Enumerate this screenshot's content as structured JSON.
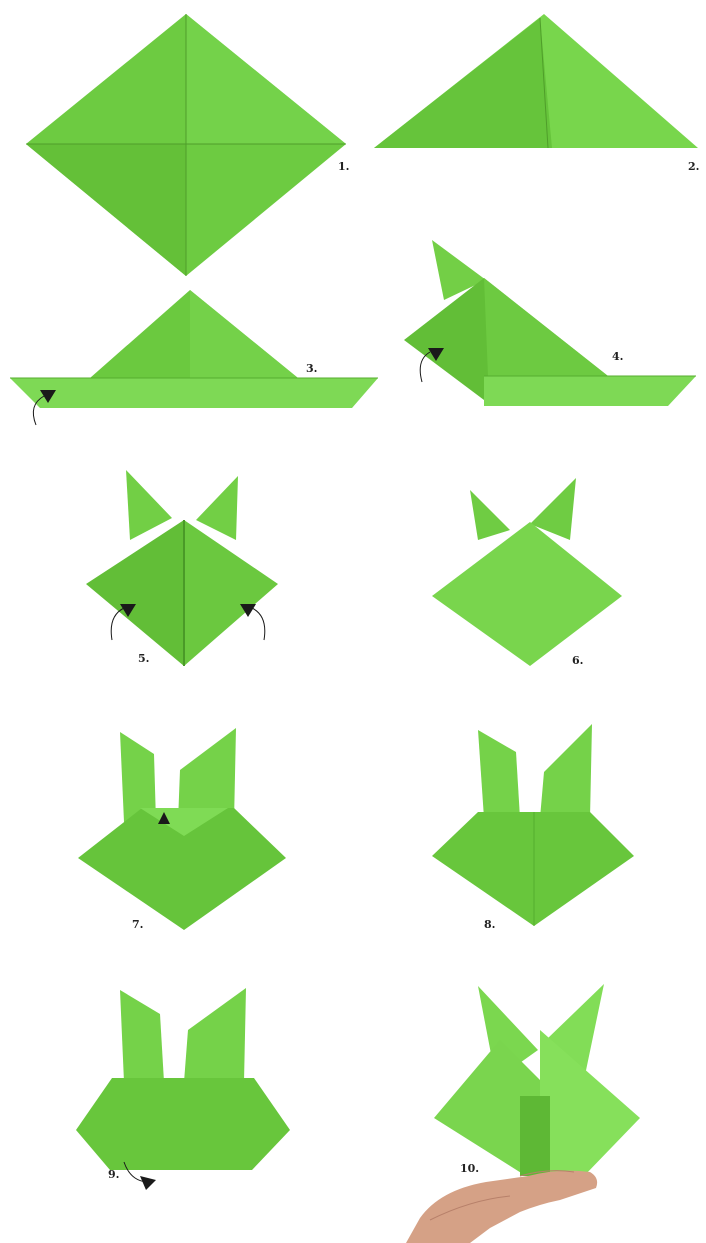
{
  "steps": [
    {
      "number": "1.",
      "action": "fold-diagonals"
    },
    {
      "number": "2.",
      "action": "fold-in-half"
    },
    {
      "number": "3.",
      "action": "fold-bottom-up"
    },
    {
      "number": "4.",
      "action": "fold-left-ear-up"
    },
    {
      "number": "5.",
      "action": "fold-sides-in"
    },
    {
      "number": "6.",
      "action": "turn-over"
    },
    {
      "number": "7.",
      "action": "fold-tip-up"
    },
    {
      "number": "8.",
      "action": "result"
    },
    {
      "number": "9.",
      "action": "fold-corners-back"
    },
    {
      "number": "10.",
      "action": "finished-bunny"
    }
  ],
  "colors": {
    "paper_light": "#7edc52",
    "paper_mid": "#6cc840",
    "paper_dark": "#55ad2e",
    "crease": "#4a9a28",
    "arrow": "#1a1a1a",
    "skin": "#d7a48a"
  }
}
